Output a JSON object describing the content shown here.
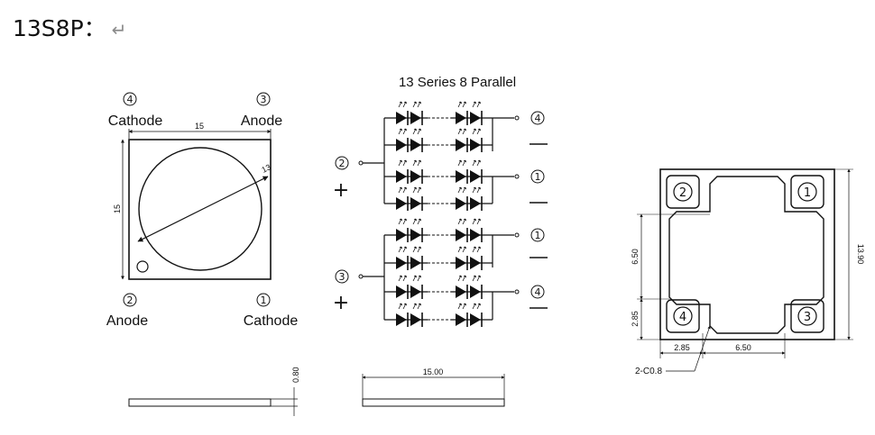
{
  "title": "13S8P：",
  "return_glyph": "↵",
  "circuit_title": "13 Series 8 Parallel",
  "top_view": {
    "pin4_num": "4",
    "pin4_label": "Cathode",
    "pin3_num": "3",
    "pin3_label": "Anode",
    "pin2_num": "2",
    "pin2_label": "Anode",
    "pin1_num": "1",
    "pin1_label": "Cathode",
    "dim_width": "15",
    "dim_height": "15",
    "dim_diag": "13"
  },
  "side_view": {
    "thickness": "0.80",
    "length": "15.00"
  },
  "circuit": {
    "group1_in": "2",
    "group1_out_top": "4",
    "group1_out_bottom": "1",
    "group2_in": "3",
    "group2_out_top": "1",
    "group2_out_bottom": "4",
    "plus": "+"
  },
  "pad_view": {
    "pad_tl": "2",
    "pad_tr": "1",
    "pad_bl": "4",
    "pad_br": "3",
    "dim_pitch_v": "6.50",
    "dim_overall": "13.90",
    "dim_pad_v": "2.85",
    "dim_pad_h": "2.85",
    "dim_pitch_h": "6.50",
    "chamfer": "2-C0.8"
  }
}
